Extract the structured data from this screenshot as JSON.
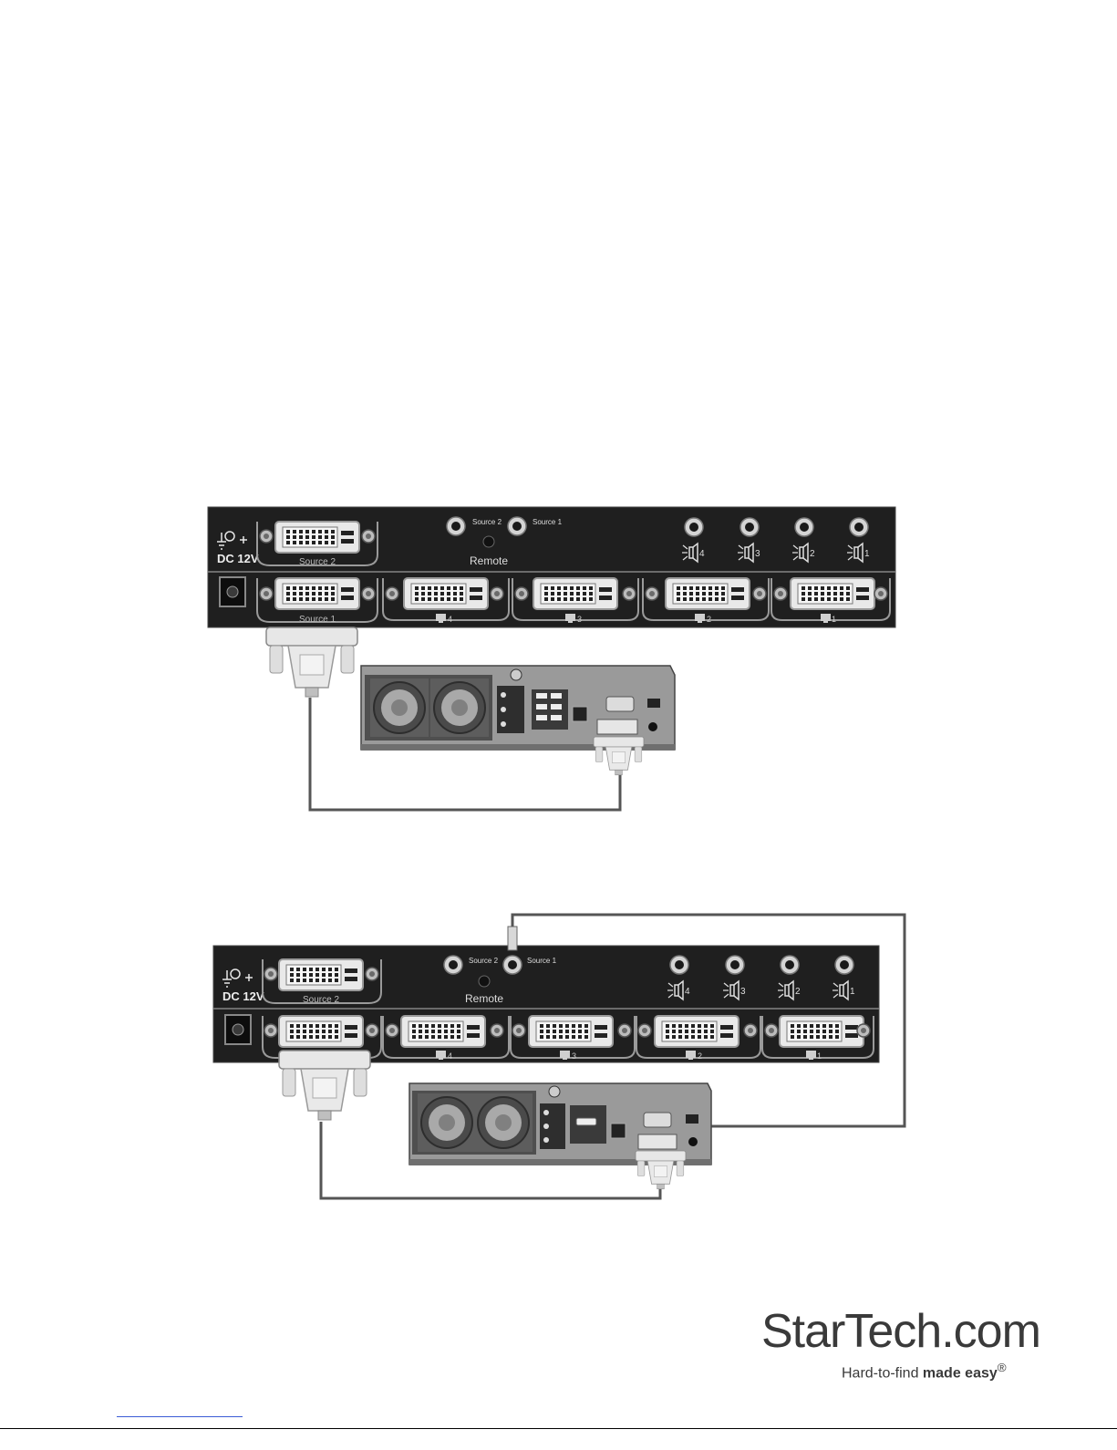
{
  "device": {
    "power_label": "DC 12V",
    "source2_label": "Source 2",
    "source1_label": "Source 1",
    "remote_label": "Remote",
    "jack_source2": "Source 2",
    "jack_source1": "Source 1",
    "output_labels": [
      "4",
      "3",
      "2",
      "1"
    ]
  },
  "logo": {
    "name": "StarTech.com",
    "tagline_prefix": "Hard-to-find ",
    "tagline_bold": "made easy",
    "registered": "®"
  },
  "icons": [
    "power-jack-icon",
    "monitor-icon",
    "audio-out-icon",
    "dvi-port-icon",
    "dvi-cable-icon",
    "computer-icon",
    "fan-icon"
  ]
}
